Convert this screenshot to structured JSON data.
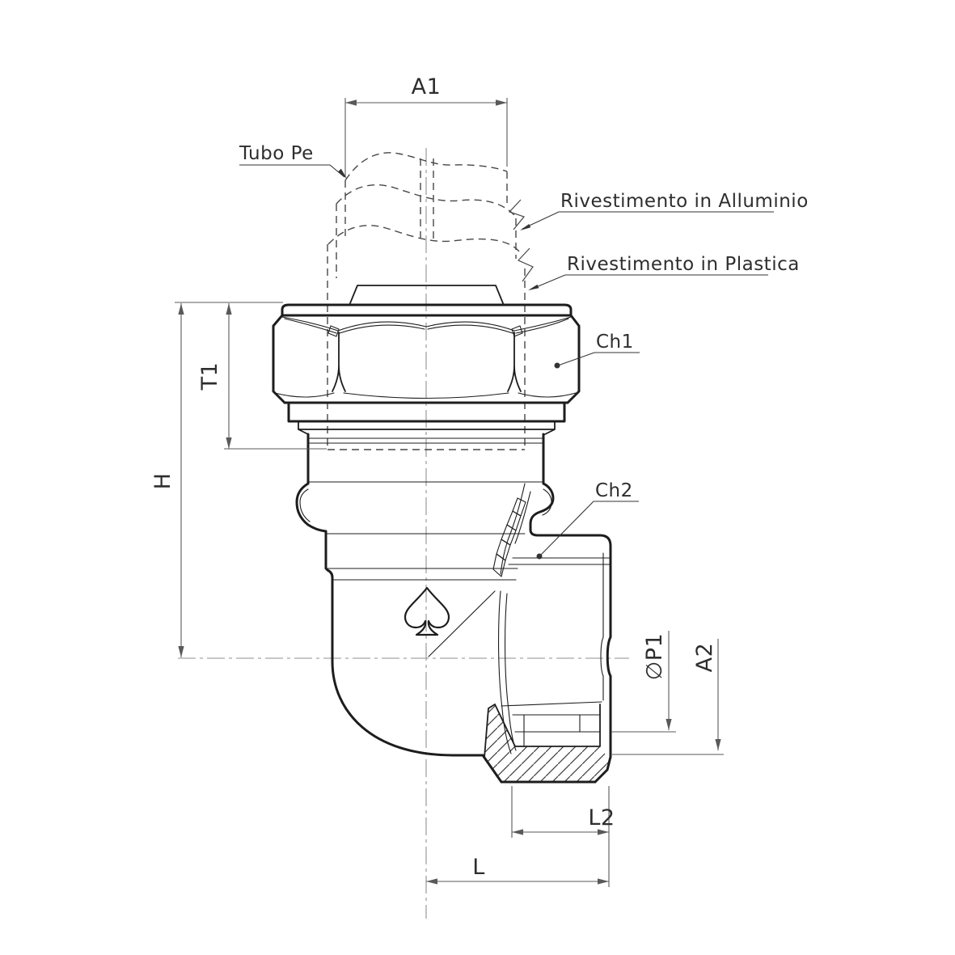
{
  "drawing": {
    "type": "technical-drawing",
    "subject": "90-degree compression elbow fitting for PE multilayer pipe, female threaded outlet, half-section view",
    "labels": {
      "tube": "Tubo Pe",
      "aluminum_layer": "Rivestimento in Alluminio",
      "plastic_layer": "Rivestimento in Plastica",
      "wrench_flat_1": "Ch1",
      "wrench_flat_2": "Ch2"
    },
    "dimensions": {
      "a1": "A1",
      "t1": "T1",
      "h": "H",
      "p1": "∅P1",
      "a2": "A2",
      "l2": "L2",
      "l": "L"
    },
    "colors": {
      "outline": "#1d1d1d",
      "dimension": "#595959",
      "centerline": "#8f8f8f",
      "text": "#2e2e2e",
      "background": "#ffffff",
      "hidden": "#474747",
      "leader": "#333333"
    }
  }
}
